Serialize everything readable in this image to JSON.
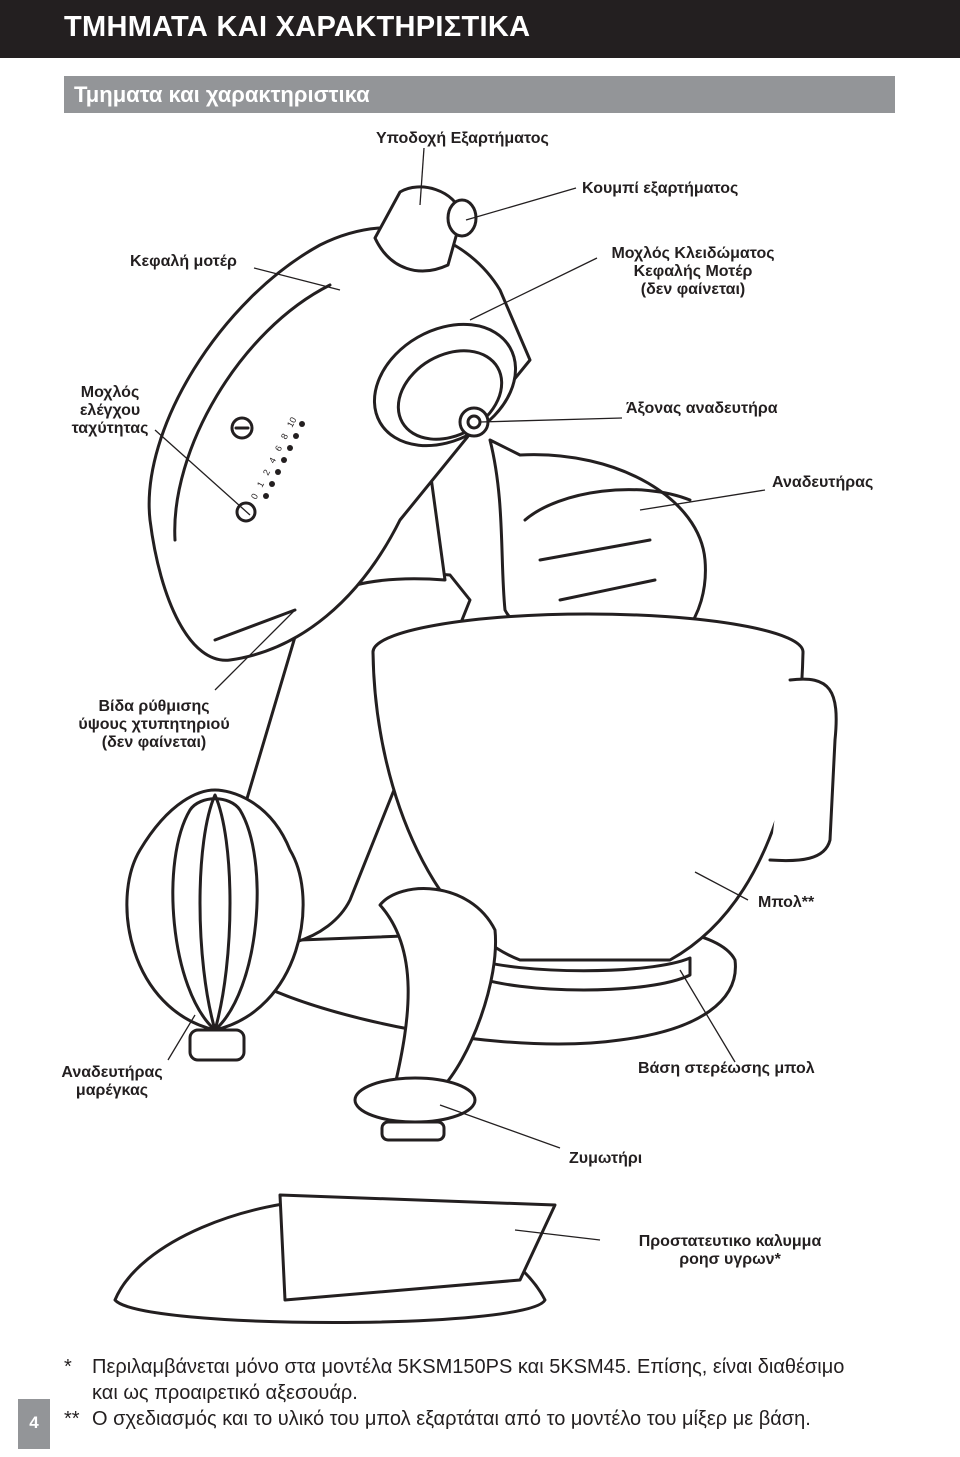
{
  "header": {
    "title": "ΤΜΗΜΑΤΑ ΚΑΙ ΧΑΡΑΚΤΗΡΙΣΤΙΚΑ"
  },
  "section": {
    "title": "Τμηματα και χαρακτηριστικα"
  },
  "labels": {
    "attachment_hub": "Υποδοχή Εξαρτήματος",
    "attachment_knob": "Κουμπί εξαρτήματος",
    "motor_head": "Κεφαλή μοτέρ",
    "head_lock_lever": [
      "Μοχλός Κλειδώματος",
      "Κεφαλής Μοτέρ",
      "(δεν φαίνεται)"
    ],
    "speed_control": [
      "Μοχλός",
      "ελέγχου",
      "ταχύτητας"
    ],
    "beater_shaft": "Άξονας αναδευτήρα",
    "flat_beater": "Αναδευτήρας",
    "height_screw": [
      "Βίδα ρύθμισης",
      "ύψους χτυπητηριού",
      "(δεν φαίνεται)"
    ],
    "bowl": "Μπολ**",
    "wire_whip": [
      "Αναδευτήρας",
      "μαρέγκας"
    ],
    "bowl_clamping_plate": "Βάση στερέωσης μπολ",
    "dough_hook": "Ζυμωτήρι",
    "pouring_shield": [
      "Προστατευτικο καλυμμα",
      "ροησ υγρων*"
    ]
  },
  "speed_marks": [
    "0",
    "1",
    "2",
    "4",
    "6",
    "8",
    "10"
  ],
  "notes": [
    {
      "mark": "*",
      "lines": [
        "Περιλαμβάνεται μόνο στα μοντέλα 5KSM150PS και 5KSM45. Επίσης, είναι διαθέσιμο",
        "και ως προαιρετικό αξεσουάρ."
      ]
    },
    {
      "mark": "**",
      "lines": [
        "Ο σχεδιασμός και το υλικό του μπολ εξαρτάται από το μοντέλο του μίξερ με βάση."
      ]
    }
  ],
  "page_number": "4",
  "colors": {
    "header_bg": "#231f20",
    "subheader_bg": "#939598",
    "text": "#231f20",
    "line": "#231f20"
  }
}
